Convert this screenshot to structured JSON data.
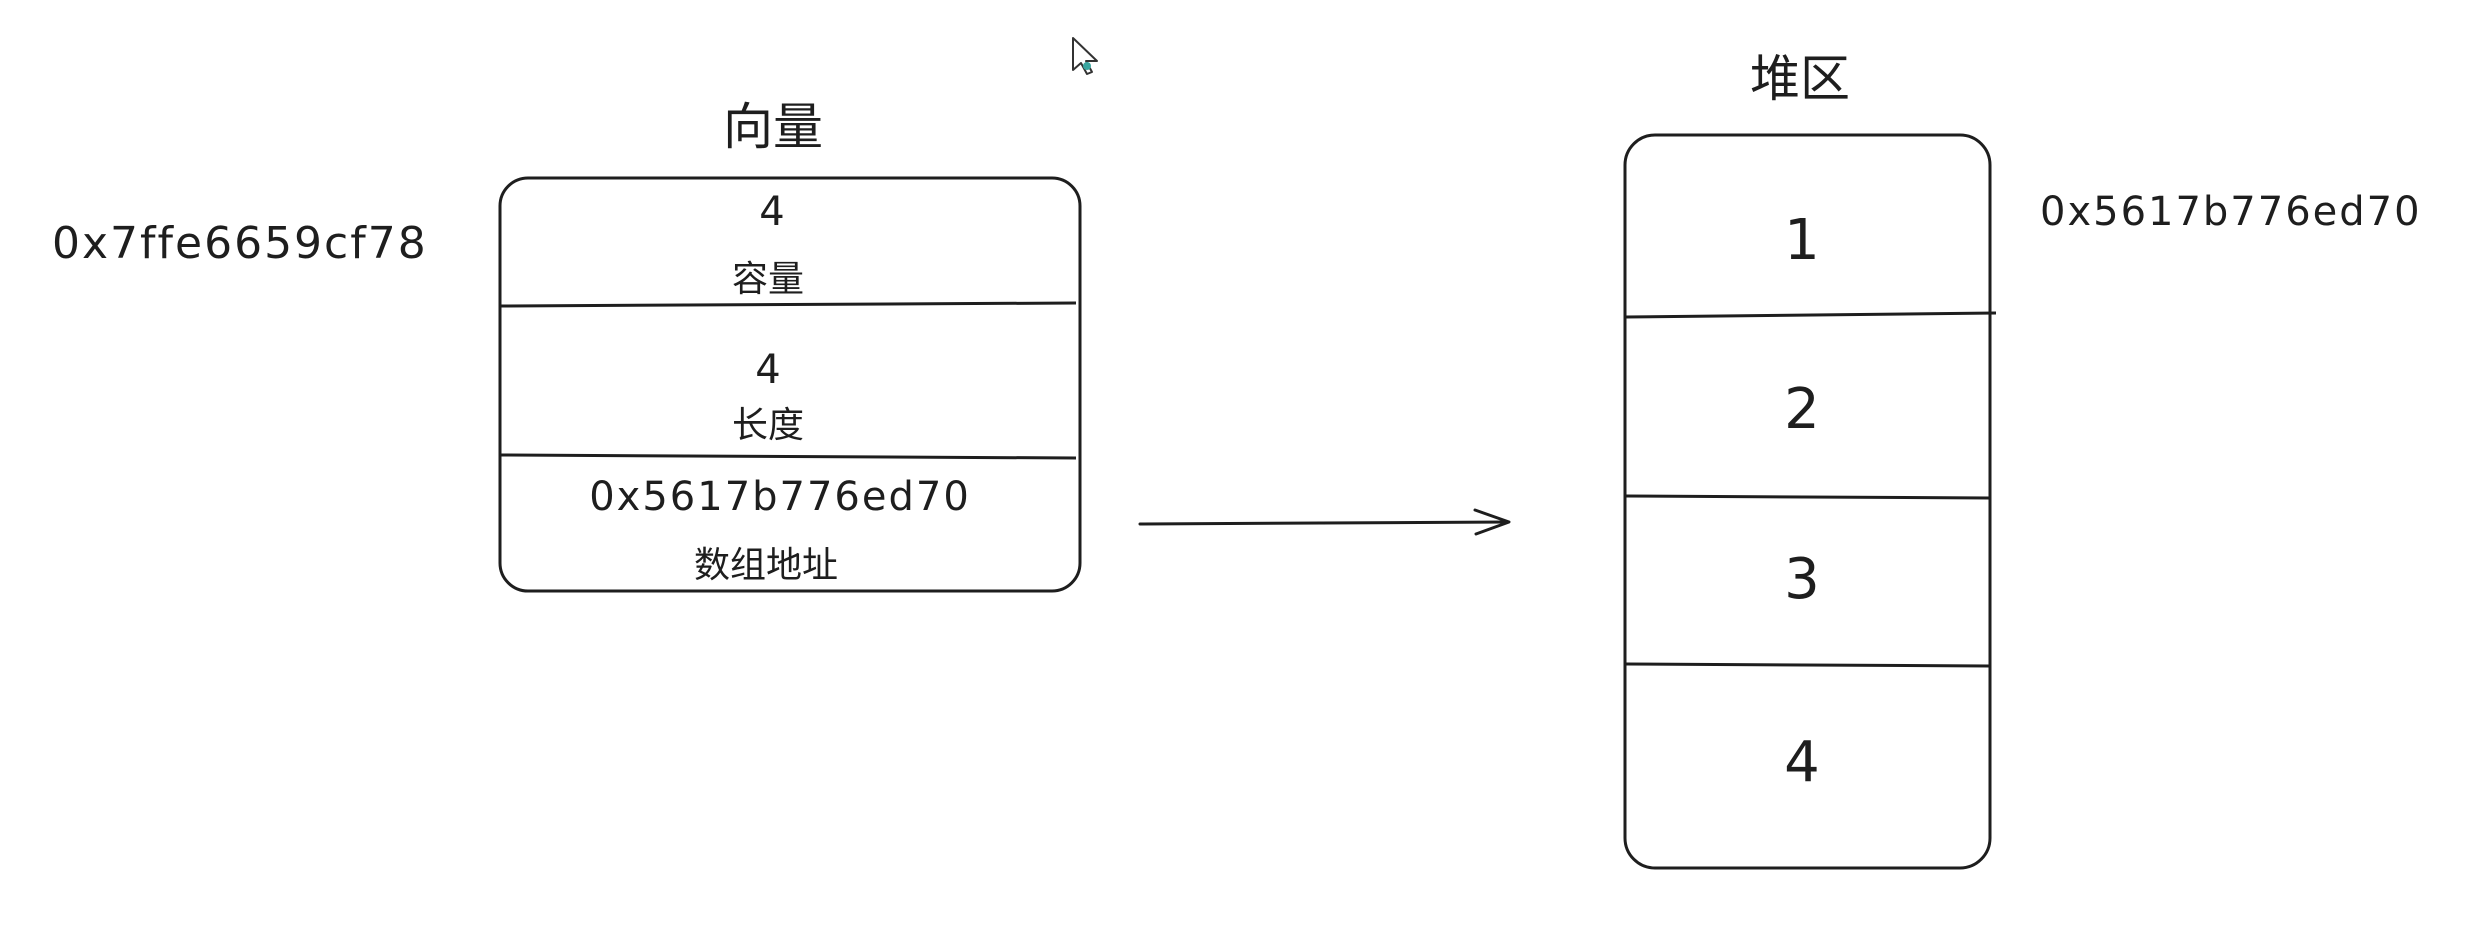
{
  "vector": {
    "title": "向量",
    "stack_address": "0x7ffe6659cf78",
    "fields": [
      {
        "value": "4",
        "label": "容量"
      },
      {
        "value": "4",
        "label": "长度"
      },
      {
        "value": "0x5617b776ed70",
        "label": "数组地址"
      }
    ]
  },
  "heap": {
    "title": "堆区",
    "address": "0x5617b776ed70",
    "cells": [
      "1",
      "2",
      "3",
      "4"
    ]
  },
  "colors": {
    "stroke": "#1e1e1e",
    "text": "#1e1e1e",
    "background": "#ffffff"
  },
  "icons": {
    "cursor": "mouse-pointer-icon"
  }
}
